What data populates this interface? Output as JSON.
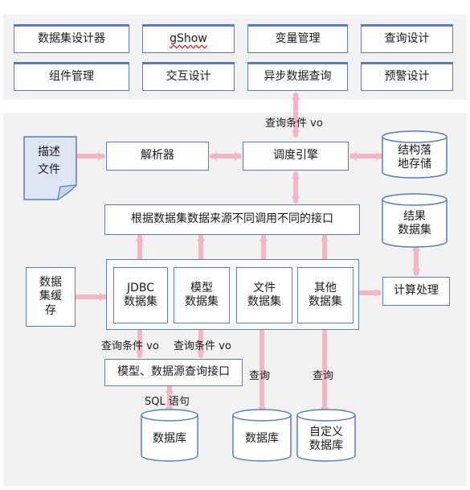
{
  "top_modules": [
    "数据集设计器",
    "gShow",
    "变量管理",
    "查询设计",
    "组件管理",
    "交互设计",
    "异步数据查询",
    "预警设计"
  ],
  "nodes": {
    "describe_doc": "描述\n文件",
    "parser": "解析器",
    "scheduler": "调度引擎",
    "struct_storage": "结构落\n地存储",
    "router": "根据数据集数据来源不同调用不同的接口",
    "result_dataset": "结果\n数据集",
    "dataset_cache": "数据\n集缓\n存",
    "jdbc": "JDBC\n数据集",
    "model": "模型\n数据集",
    "file": "文件\n数据集",
    "other": "其他\n数据集",
    "compute": "计算处理",
    "model_query_api": "模型、数据源查询接口",
    "db1": "数据库",
    "db2": "数据库",
    "custom_db": "自定义\n数据库"
  },
  "edge_labels": {
    "query_vo_top": "查询条件 vo",
    "query_vo_left": "查询条件 vo",
    "query_vo_mid": "查询条件 vo",
    "sql": "SQL 语句",
    "query_file": "查询",
    "query_other": "查询"
  },
  "colors": {
    "border": "#5b7db8",
    "arrow": "#f4b6c2",
    "panel": "#f2f2f2",
    "doc_fill": "#dde6f2"
  }
}
